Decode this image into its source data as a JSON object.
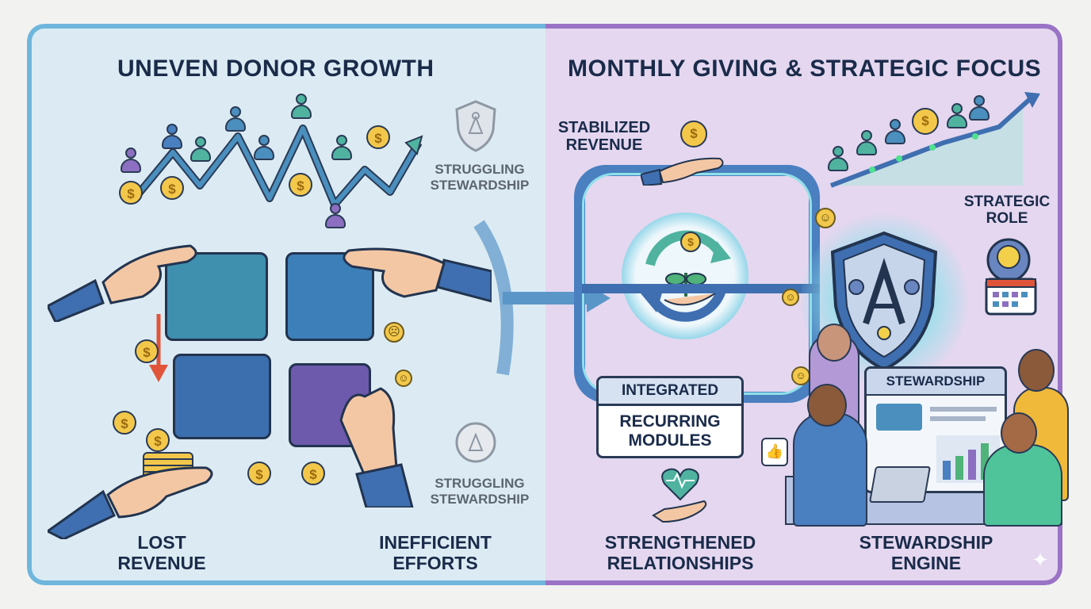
{
  "left_panel": {
    "title": "UNEVEN DONOR GROWTH",
    "labels": {
      "struggling_top": "STRUGGLING\nSTEWARDSHIP",
      "struggling_bottom": "STRUGGLING\nSTEWARDSHIP",
      "lost_revenue": "LOST\nREVENUE",
      "inefficient_efforts": "INEFFICIENT\nEFFORTS"
    },
    "coin_symbol": "$",
    "colors": {
      "background": "#dcebf3",
      "border": "#6fb6dc",
      "arrow_down": "#e0553a"
    }
  },
  "right_panel": {
    "title": "MONTHLY GIVING & STRATEGIC FOCUS",
    "labels": {
      "stabilized_revenue": "STABILIZED\nREVENUE",
      "strategic_role": "STRATEGIC\nROLE",
      "strengthened_relationships": "STRENGTHENED\nRELATIONSHIPS",
      "stewardship_engine": "STEWARDSHIP\nENGINE"
    },
    "module_box": {
      "header": "INTEGRATED",
      "body": "RECURRING\nMODULES"
    },
    "monitor_title": "STEWARDSHIP",
    "coin_symbol": "$",
    "colors": {
      "background": "#e4d7ef",
      "border": "#9a73c6",
      "loop": "#4a7fc0",
      "growth": "#4fb3a0"
    }
  }
}
